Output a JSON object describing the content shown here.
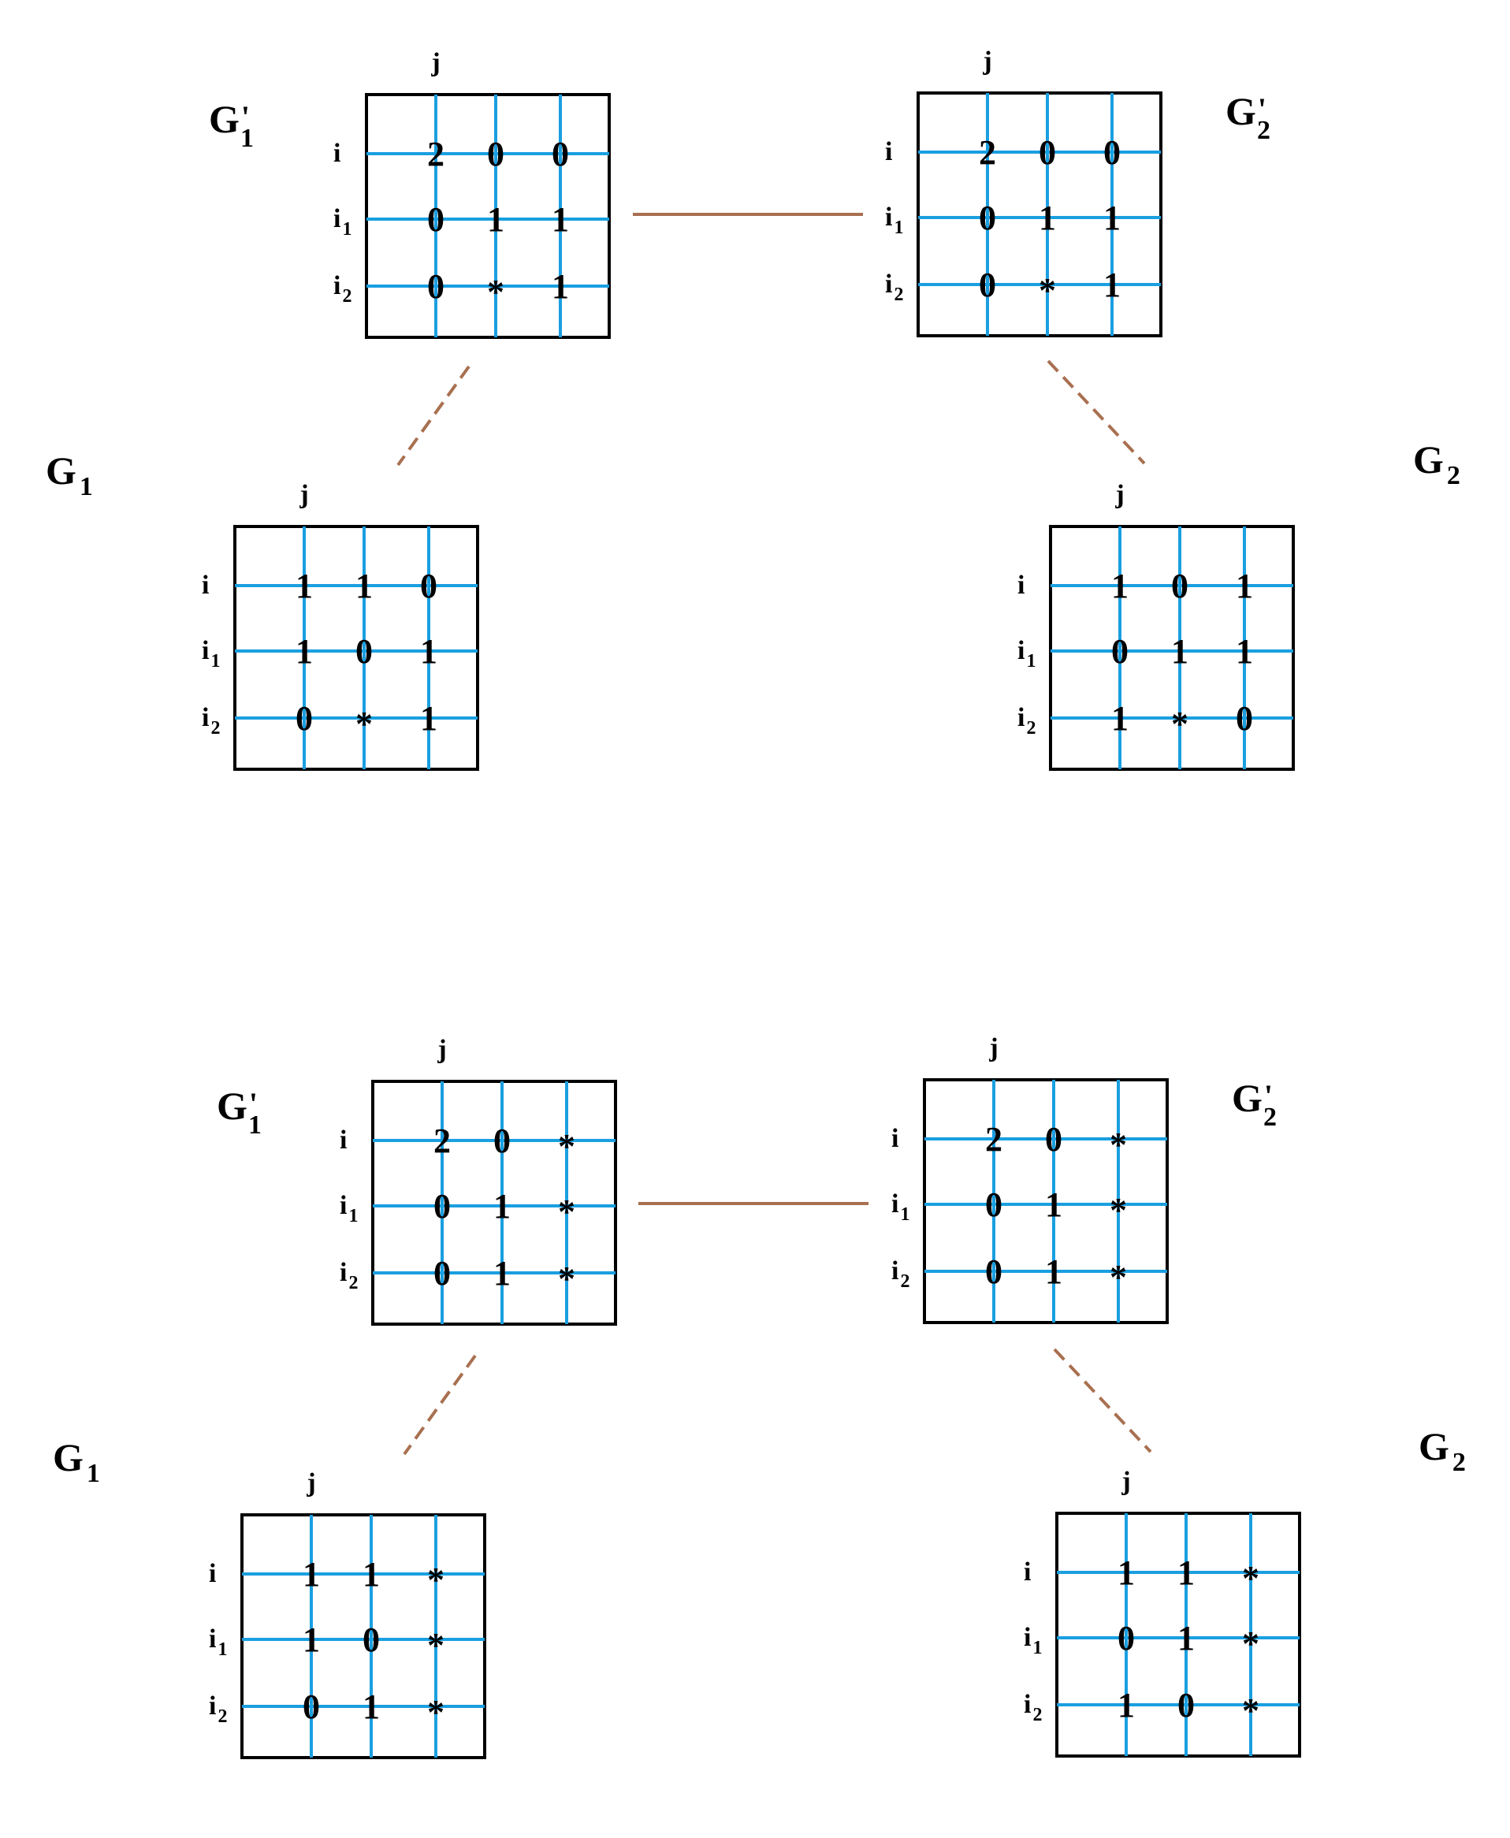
{
  "colors": {
    "grid_line": "#1a9fe0",
    "box_border": "#000000",
    "connector": "#a87050",
    "text": "#000000"
  },
  "labels": {
    "column": "j",
    "rows": [
      {
        "main": "i",
        "sub": ""
      },
      {
        "main": "i",
        "sub": "1"
      },
      {
        "main": "i",
        "sub": "2"
      }
    ]
  },
  "diagrams": [
    {
      "name": "upper-diagram",
      "grids": [
        {
          "id": "upper-g1-prime",
          "title": "G",
          "title_prime": "'",
          "title_sub": "1",
          "cells": [
            [
              "2",
              "0",
              "0"
            ],
            [
              "0",
              "1",
              "1"
            ],
            [
              "0",
              "*",
              "1"
            ]
          ]
        },
        {
          "id": "upper-g2-prime",
          "title": "G",
          "title_prime": "'",
          "title_sub": "2",
          "cells": [
            [
              "2",
              "0",
              "0"
            ],
            [
              "0",
              "1",
              "1"
            ],
            [
              "0",
              "*",
              "1"
            ]
          ]
        },
        {
          "id": "upper-g1",
          "title": "G",
          "title_prime": "",
          "title_sub": "1",
          "cells": [
            [
              "1",
              "1",
              "0"
            ],
            [
              "1",
              "0",
              "1"
            ],
            [
              "0",
              "*",
              "1"
            ]
          ]
        },
        {
          "id": "upper-g2",
          "title": "G",
          "title_prime": "",
          "title_sub": "2",
          "cells": [
            [
              "1",
              "0",
              "1"
            ],
            [
              "0",
              "1",
              "1"
            ],
            [
              "1",
              "*",
              "0"
            ]
          ]
        }
      ]
    },
    {
      "name": "lower-diagram",
      "grids": [
        {
          "id": "lower-g1-prime",
          "title": "G",
          "title_prime": "'",
          "title_sub": "1",
          "cells": [
            [
              "2",
              "0",
              "*"
            ],
            [
              "0",
              "1",
              "*"
            ],
            [
              "0",
              "1",
              "*"
            ]
          ]
        },
        {
          "id": "lower-g2-prime",
          "title": "G",
          "title_prime": "'",
          "title_sub": "2",
          "cells": [
            [
              "2",
              "0",
              "*"
            ],
            [
              "0",
              "1",
              "*"
            ],
            [
              "0",
              "1",
              "*"
            ]
          ]
        },
        {
          "id": "lower-g1",
          "title": "G",
          "title_prime": "",
          "title_sub": "1",
          "cells": [
            [
              "1",
              "1",
              "*"
            ],
            [
              "1",
              "0",
              "*"
            ],
            [
              "0",
              "1",
              "*"
            ]
          ]
        },
        {
          "id": "lower-g2",
          "title": "G",
          "title_prime": "",
          "title_sub": "2",
          "cells": [
            [
              "1",
              "1",
              "*"
            ],
            [
              "0",
              "1",
              "*"
            ],
            [
              "1",
              "0",
              "*"
            ]
          ]
        }
      ]
    }
  ]
}
